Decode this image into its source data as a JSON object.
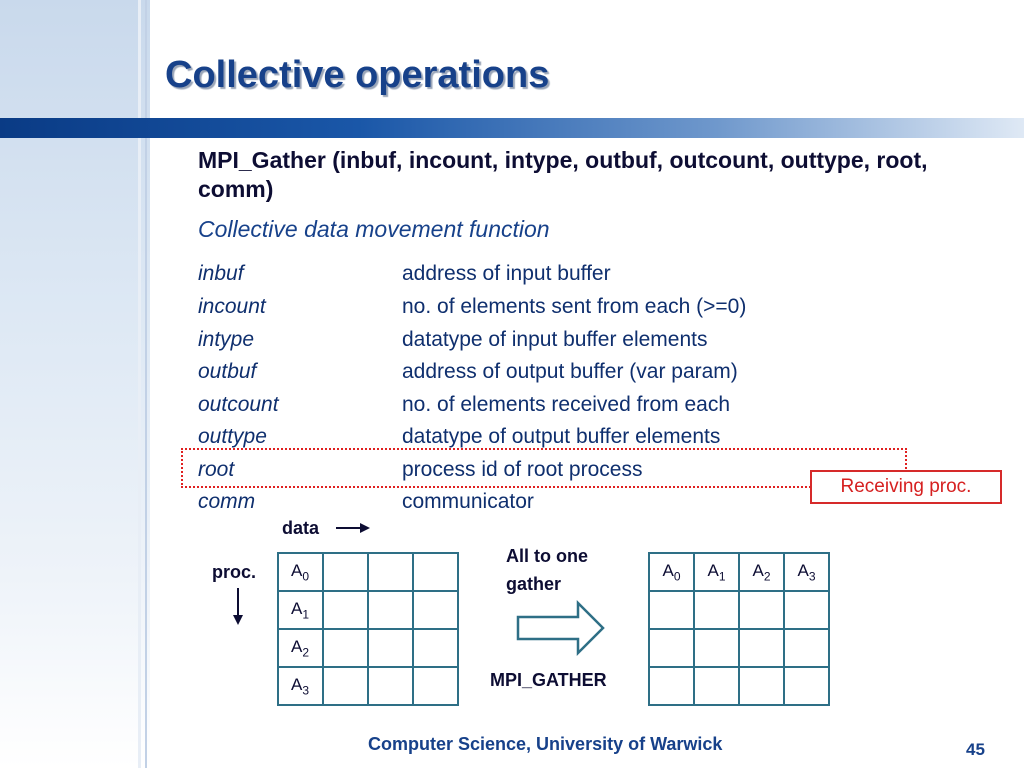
{
  "slide": {
    "title": "Collective operations",
    "signature": "MPI_Gather (inbuf, incount, intype, outbuf, outcount, outtype, root, comm)",
    "subtitle": "Collective data movement function",
    "params": [
      {
        "name": "inbuf",
        "desc": "address of input buffer"
      },
      {
        "name": "incount",
        "desc": "no. of elements sent from each (>=0)"
      },
      {
        "name": "intype",
        "desc": "datatype of input buffer elements"
      },
      {
        "name": "outbuf",
        "desc": "address of output buffer (var param)"
      },
      {
        "name": "outcount",
        "desc": "no. of elements received from each"
      },
      {
        "name": "outtype",
        "desc": "datatype of output buffer elements"
      },
      {
        "name": "root",
        "desc": "process id of root process"
      },
      {
        "name": "comm",
        "desc": "communicator"
      }
    ],
    "callout": "Receiving proc."
  },
  "diagram": {
    "data_label": "data",
    "proc_label": "proc.",
    "operation_line1": "All to one",
    "operation_line2": "gather",
    "function_name": "MPI_GATHER",
    "cell_letter": "A",
    "subscripts": [
      "0",
      "1",
      "2",
      "3"
    ]
  },
  "footer": {
    "institution": "Computer Science, University of Warwick",
    "page": "45"
  },
  "colors": {
    "title": "#17418a",
    "grid_border": "#2e6f86",
    "highlight": "#e02020"
  }
}
